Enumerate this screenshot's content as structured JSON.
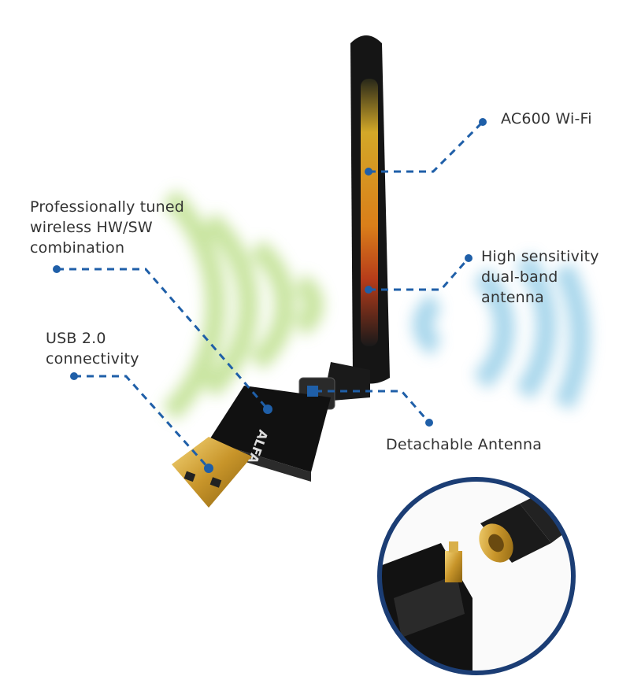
{
  "callouts": {
    "ac600": "AC600 Wi-Fi",
    "tuned_line1": "Professionally tuned",
    "tuned_line2": "wireless HW/SW",
    "tuned_line3": "combination",
    "sensitivity_line1": "High sensitivity",
    "sensitivity_line2": "dual-band",
    "sensitivity_line3": "antenna",
    "usb_line1": "USB 2.0",
    "usb_line2": "connectivity",
    "detachable": "Detachable Antenna"
  },
  "product": {
    "brand_logo": "ALFA"
  },
  "colors": {
    "callout_blue": "#1f5fa8",
    "inset_ring": "#1b3d74",
    "wave_green": "#b9dc8a",
    "wave_blue": "#8fcbe6"
  }
}
